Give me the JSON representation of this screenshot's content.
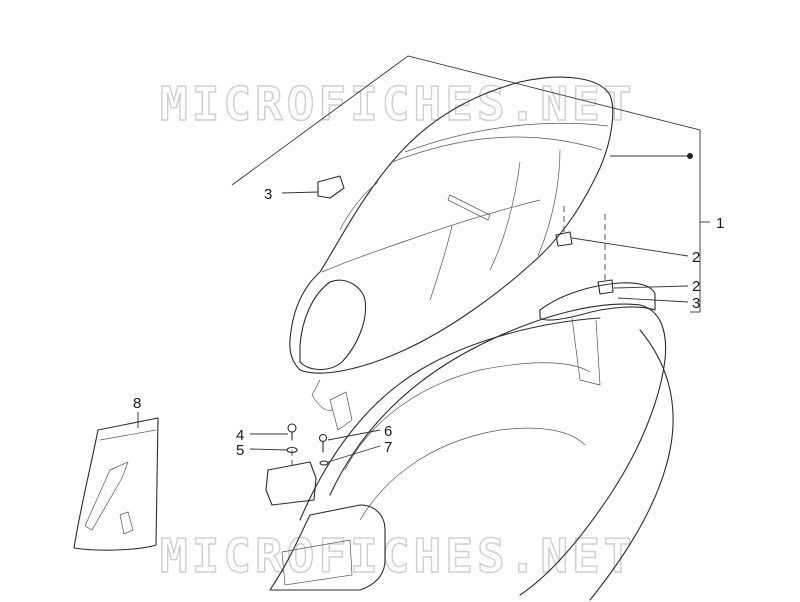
{
  "watermark": {
    "top": "MICROFICHES.NET",
    "bottom": "MICROFICHES.NET"
  },
  "callouts": [
    {
      "id": "c1",
      "label": "1"
    },
    {
      "id": "c2a",
      "label": "2"
    },
    {
      "id": "c2b",
      "label": "2"
    },
    {
      "id": "c3a",
      "label": "3"
    },
    {
      "id": "c3b",
      "label": "3"
    },
    {
      "id": "c4",
      "label": "4"
    },
    {
      "id": "c5",
      "label": "5"
    },
    {
      "id": "c6",
      "label": "6"
    },
    {
      "id": "c7",
      "label": "7"
    },
    {
      "id": "c8",
      "label": "8"
    }
  ]
}
